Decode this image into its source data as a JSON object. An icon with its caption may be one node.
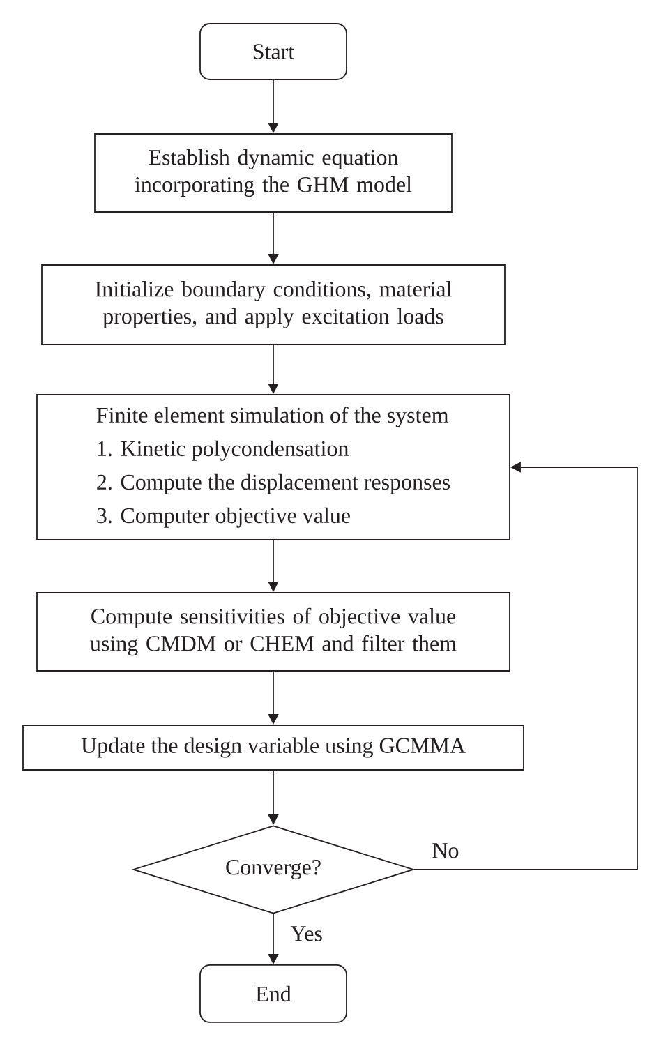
{
  "diagram": {
    "nodes": [
      {
        "text": [
          "Start"
        ]
      },
      {
        "text": [
          "Establish dynamic equation incorporating the GHM model"
        ]
      },
      {
        "text": [
          "Initialize boundary conditions, material properties, and apply excitation loads"
        ]
      },
      {
        "text": [
          "Finite element simulation of the system",
          "1. Kinetic polycondensation",
          "2. Compute the displacement responses",
          "3. Computer objective value"
        ]
      },
      {
        "text": [
          "Compute sensitivities of objective value using CMDM or CHEM and filter them"
        ]
      },
      {
        "text": [
          "Update the design variable using GCMMA"
        ]
      },
      {
        "text": [
          "Converge?"
        ]
      },
      {
        "text": [
          "End"
        ]
      }
    ],
    "edges": [
      {
        "from": 0,
        "to": 1,
        "arrow": "to"
      },
      {
        "from": 1,
        "to": 2,
        "arrow": "to"
      },
      {
        "from": 2,
        "to": 3,
        "arrow": "to"
      },
      {
        "from": 3,
        "to": 4,
        "arrow": "to"
      },
      {
        "from": 4,
        "to": 5,
        "arrow": "to"
      },
      {
        "from": 5,
        "to": 6,
        "arrow": "to"
      },
      {
        "from": 6,
        "to": 7,
        "arrow": "to",
        "label": "Yes"
      },
      {
        "from": 6,
        "to": 3,
        "arrow": "to",
        "label": "No"
      }
    ]
  }
}
